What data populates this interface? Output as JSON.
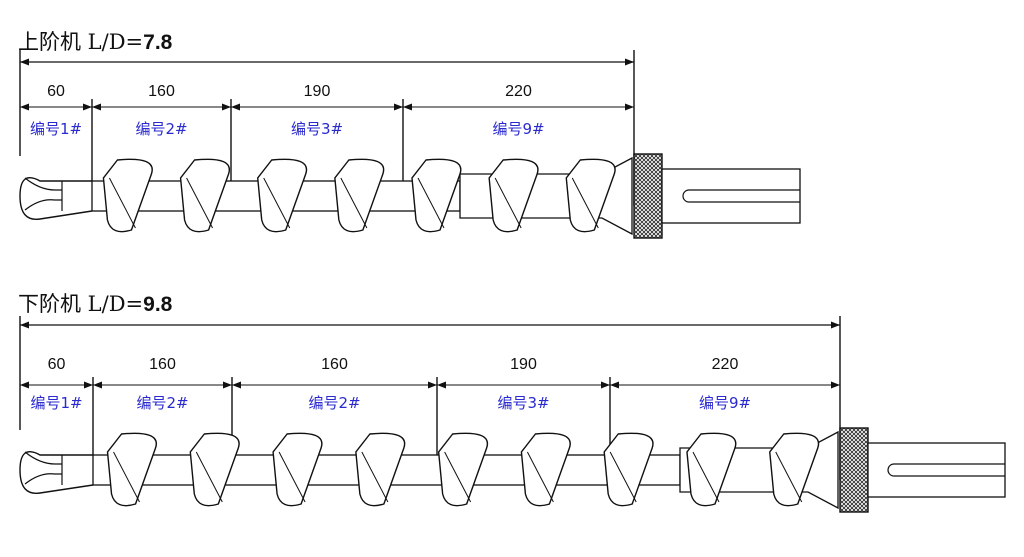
{
  "screws": [
    {
      "title_prefix": "上阶机  L/D=",
      "title_ratio": "7.8",
      "segments": [
        {
          "length": "60",
          "label": "编号1#"
        },
        {
          "length": "160",
          "label": "编号2#"
        },
        {
          "length": "190",
          "label": "编号3#"
        },
        {
          "length": "220",
          "label": "编号9#"
        }
      ]
    },
    {
      "title_prefix": "下阶机  L/D=",
      "title_ratio": "9.8",
      "segments": [
        {
          "length": "60",
          "label": "编号1#"
        },
        {
          "length": "160",
          "label": "编号2#"
        },
        {
          "length": "160",
          "label": "编号2#"
        },
        {
          "length": "190",
          "label": "编号3#"
        },
        {
          "length": "220",
          "label": "编号9#"
        }
      ]
    }
  ]
}
